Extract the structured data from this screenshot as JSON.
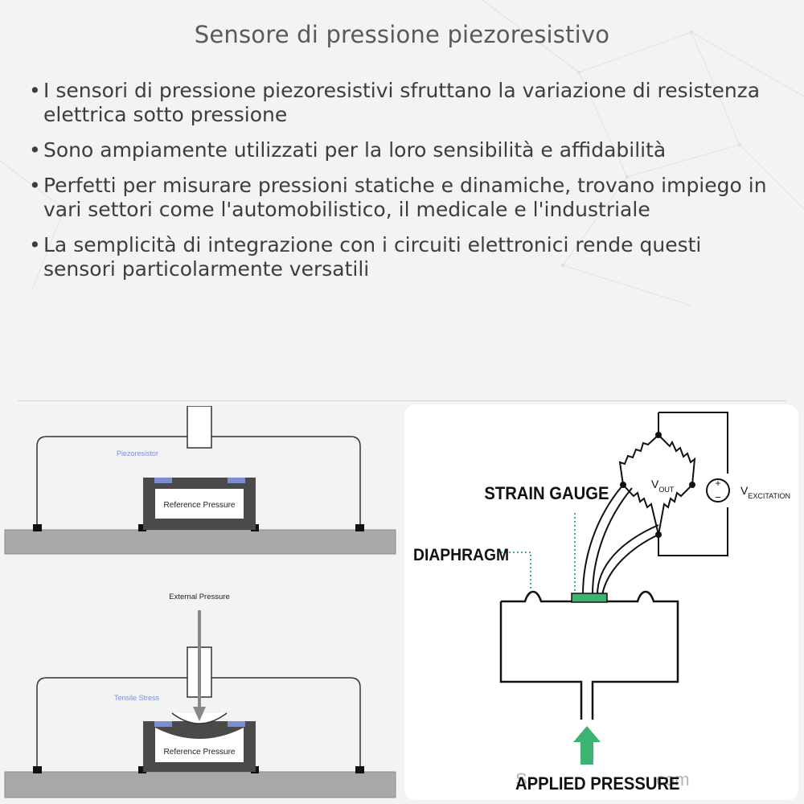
{
  "title": "Sensore di pressione piezoresistivo",
  "bullets": [
    "I sensori di pressione piezoresistivi sfruttano la variazione di resistenza elettrica sotto pressione",
    "Sono ampiamente utilizzati per la loro sensibilità e affidabilità",
    "Perfetti per misurare pressioni statiche e dinamiche, trovano impiego in vari settori come l'automobilistico, il medicale e l'industriale",
    "La semplicità di integrazione con i circuiti elettronici rende questi sensori particolarmente versatili"
  ],
  "left_diagram": {
    "top": {
      "piezoresistor_label": "Piezoresistor",
      "chamber_label": "Reference Pressure"
    },
    "bottom": {
      "external_pressure_label": "External Pressure",
      "tensile_stress_label": "Tensile Stress",
      "chamber_label": "Reference Pressure"
    }
  },
  "right_diagram": {
    "strain_gauge_label": "STRAIN GAUGE",
    "diaphragm_label": "DIAPHRAGM",
    "applied_pressure_label": "APPLIED PRESSURE",
    "vout_main": "V",
    "vout_sub": "OUT",
    "vexc_main": "V",
    "vexc_sub": "EXCITATION",
    "watermark_left": "S",
    "watermark_right": "com",
    "colors": {
      "accent_green": "#3cb371",
      "dark": "#111111"
    }
  }
}
